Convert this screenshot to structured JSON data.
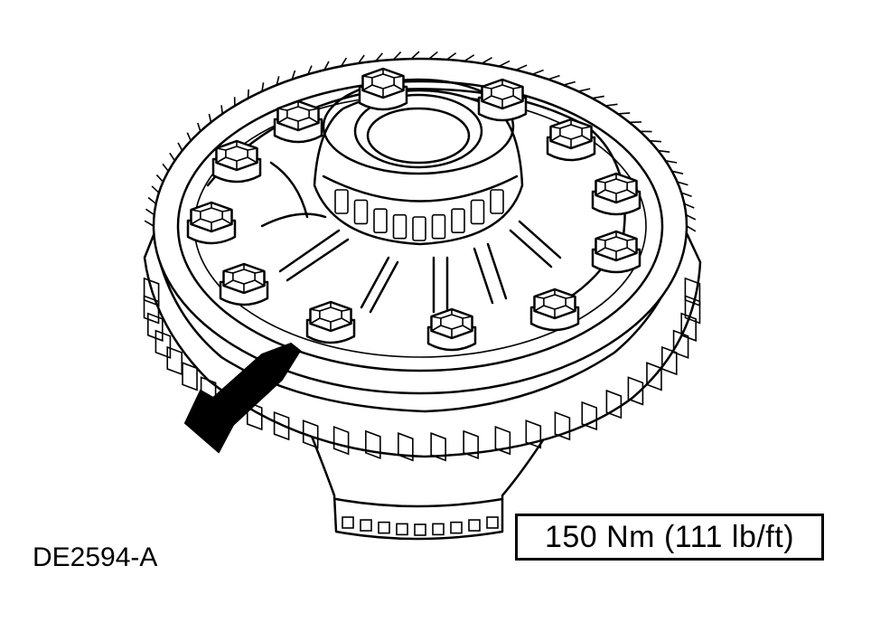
{
  "figure": {
    "id_label": "DE2594-A",
    "torque_spec": "150 Nm (111 lb/ft)",
    "subject_icon": "differential-ring-gear-icon",
    "callout_icon": "arrow-icon",
    "bolt_count": 12,
    "colors": {
      "line": "#000000",
      "background": "#ffffff"
    }
  }
}
